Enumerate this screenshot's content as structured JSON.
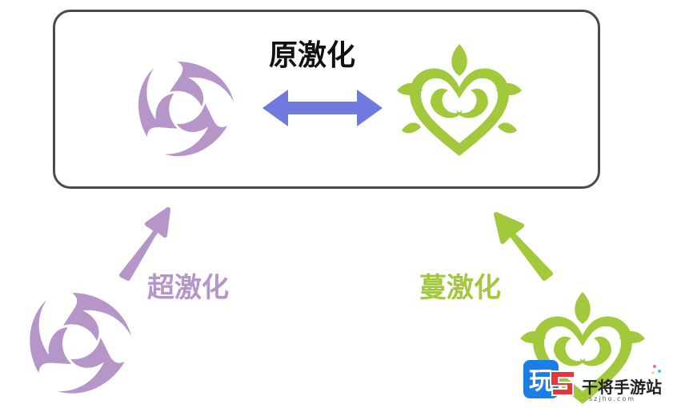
{
  "diagram": {
    "title": "原激化",
    "left_label": "超激化",
    "right_label": "蔓激化",
    "colors": {
      "electro": "#b695c8",
      "dendro": "#a2c83c",
      "double_arrow": "#6f79de",
      "frame": "#4a4a4a",
      "title_text": "#111111"
    },
    "icons": {
      "electro": "electro-element-icon",
      "dendro": "dendro-element-icon"
    }
  },
  "watermark": {
    "logo_char": "玩",
    "brand": "干将手游站",
    "url": "szjho.com"
  }
}
